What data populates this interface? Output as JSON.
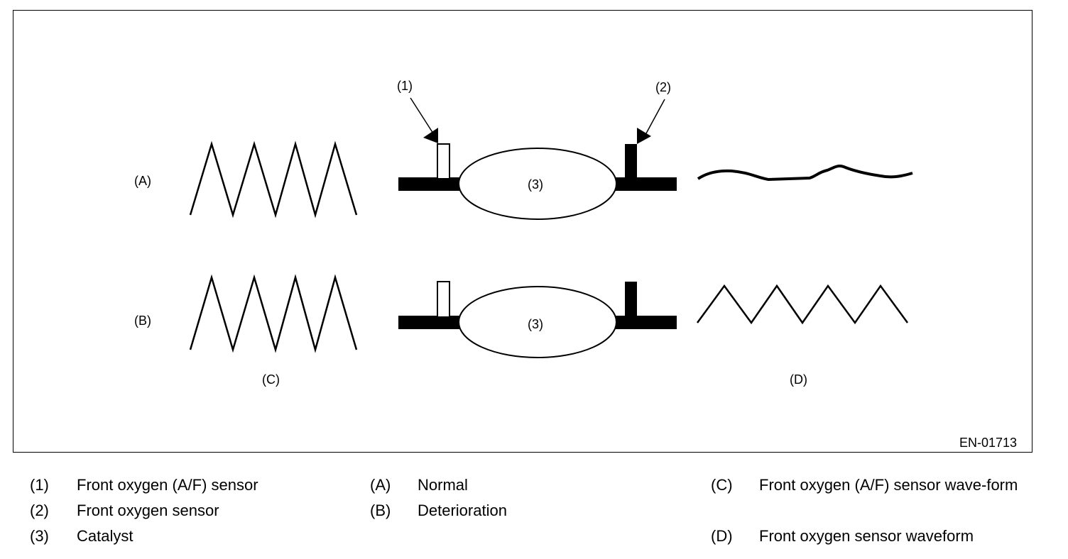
{
  "figure": {
    "code": "EN-01713",
    "row_labels": {
      "a": "(A)",
      "b": "(B)"
    },
    "column_labels": {
      "c": "(C)",
      "d": "(D)"
    },
    "callouts": {
      "front_sensor": "(1)",
      "rear_sensor": "(2)"
    },
    "catalyst_label": "(3)"
  },
  "legend": {
    "items": [
      {
        "key": "(1)",
        "text": "Front oxygen (A/F) sensor"
      },
      {
        "key": "(2)",
        "text": "Front oxygen sensor"
      },
      {
        "key": "(3)",
        "text": "Catalyst"
      },
      {
        "key": "(A)",
        "text": "Normal"
      },
      {
        "key": "(B)",
        "text": "Deterioration"
      },
      {
        "key": "(C)",
        "text": "Front oxygen (A/F) sensor wave-form"
      },
      {
        "key": "(D)",
        "text": "Front oxygen sensor waveform"
      }
    ]
  }
}
